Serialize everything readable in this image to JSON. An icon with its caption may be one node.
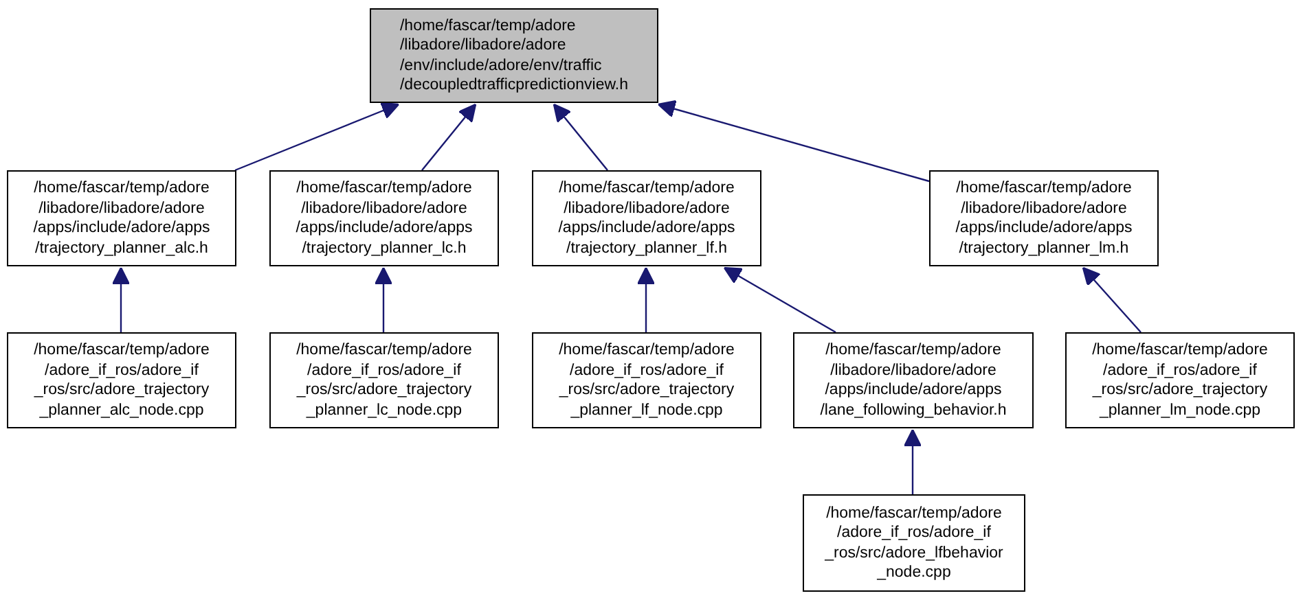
{
  "diagram": {
    "nodes": [
      {
        "text": [
          "/home/fascar/temp/adore /libadore/libadore/adore /env/include/adore/env/traffic /decoupledtrafficpredictionview.h"
        ]
      },
      {
        "text": [
          "/home/fascar/temp/adore /libadore/libadore/adore /apps/include/adore/apps /trajectory_planner_alc.h"
        ]
      },
      {
        "text": [
          "/home/fascar/temp/adore /libadore/libadore/adore /apps/include/adore/apps /trajectory_planner_lc.h"
        ]
      },
      {
        "text": [
          "/home/fascar/temp/adore /libadore/libadore/adore /apps/include/adore/apps /trajectory_planner_lf.h"
        ]
      },
      {
        "text": [
          "/home/fascar/temp/adore /libadore/libadore/adore /apps/include/adore/apps /trajectory_planner_lm.h"
        ]
      },
      {
        "text": [
          "/home/fascar/temp/adore /adore_if_ros/adore_if _ros/src/adore_trajectory _planner_alc_node.cpp"
        ]
      },
      {
        "text": [
          "/home/fascar/temp/adore /adore_if_ros/adore_if _ros/src/adore_trajectory _planner_lc_node.cpp"
        ]
      },
      {
        "text": [
          "/home/fascar/temp/adore /adore_if_ros/adore_if _ros/src/adore_trajectory _planner_lf_node.cpp"
        ]
      },
      {
        "text": [
          "/home/fascar/temp/adore /libadore/libadore/adore /apps/include/adore/apps /lane_following_behavior.h"
        ]
      },
      {
        "text": [
          "/home/fascar/temp/adore /adore_if_ros/adore_if _ros/src/adore_trajectory _planner_lm_node.cpp"
        ]
      },
      {
        "text": [
          "/home/fascar/temp/adore /adore_if_ros/adore_if _ros/src/adore_lfbehavior _node.cpp"
        ]
      }
    ],
    "edges": [
      {
        "from": 1,
        "to": 0,
        "arrow": "to"
      },
      {
        "from": 2,
        "to": 0,
        "arrow": "to"
      },
      {
        "from": 3,
        "to": 0,
        "arrow": "to"
      },
      {
        "from": 4,
        "to": 0,
        "arrow": "to"
      },
      {
        "from": 5,
        "to": 1,
        "arrow": "to"
      },
      {
        "from": 6,
        "to": 2,
        "arrow": "to"
      },
      {
        "from": 7,
        "to": 3,
        "arrow": "to"
      },
      {
        "from": 8,
        "to": 3,
        "arrow": "to"
      },
      {
        "from": 9,
        "to": 4,
        "arrow": "to"
      },
      {
        "from": 10,
        "to": 8,
        "arrow": "to"
      }
    ]
  }
}
